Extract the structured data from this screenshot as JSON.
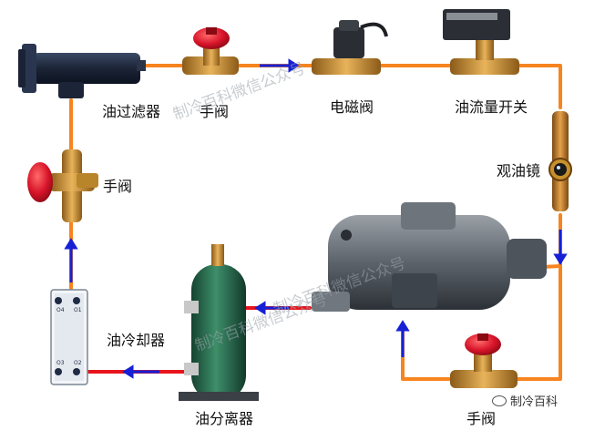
{
  "components": {
    "oil_filter": "油过滤器",
    "hand_valve_top": "手阀",
    "solenoid_valve": "电磁阀",
    "oil_flow_switch": "油流量开关",
    "sight_glass": "观油镜",
    "hand_valve_left": "手阀",
    "oil_cooler": "油冷却器",
    "oil_separator": "油分离器",
    "hand_valve_bottom": "手阀"
  },
  "watermarks": [
    "制冷百科微信公众号",
    "制冷百科微信公众号",
    "制冷百科微信公众号"
  ],
  "logo_text": "制冷百科",
  "cooler_ports": [
    "O4",
    "O1",
    "O3",
    "O2"
  ],
  "colors": {
    "oil_line": "#f7841f",
    "hot_line": "#e8141c",
    "flow_arrow": "#1620d6",
    "vessel_green": "#2e7a5a",
    "filter_body": "#1f2a3c",
    "valve_handle": "#d8142a",
    "brass": "#c8902c"
  }
}
